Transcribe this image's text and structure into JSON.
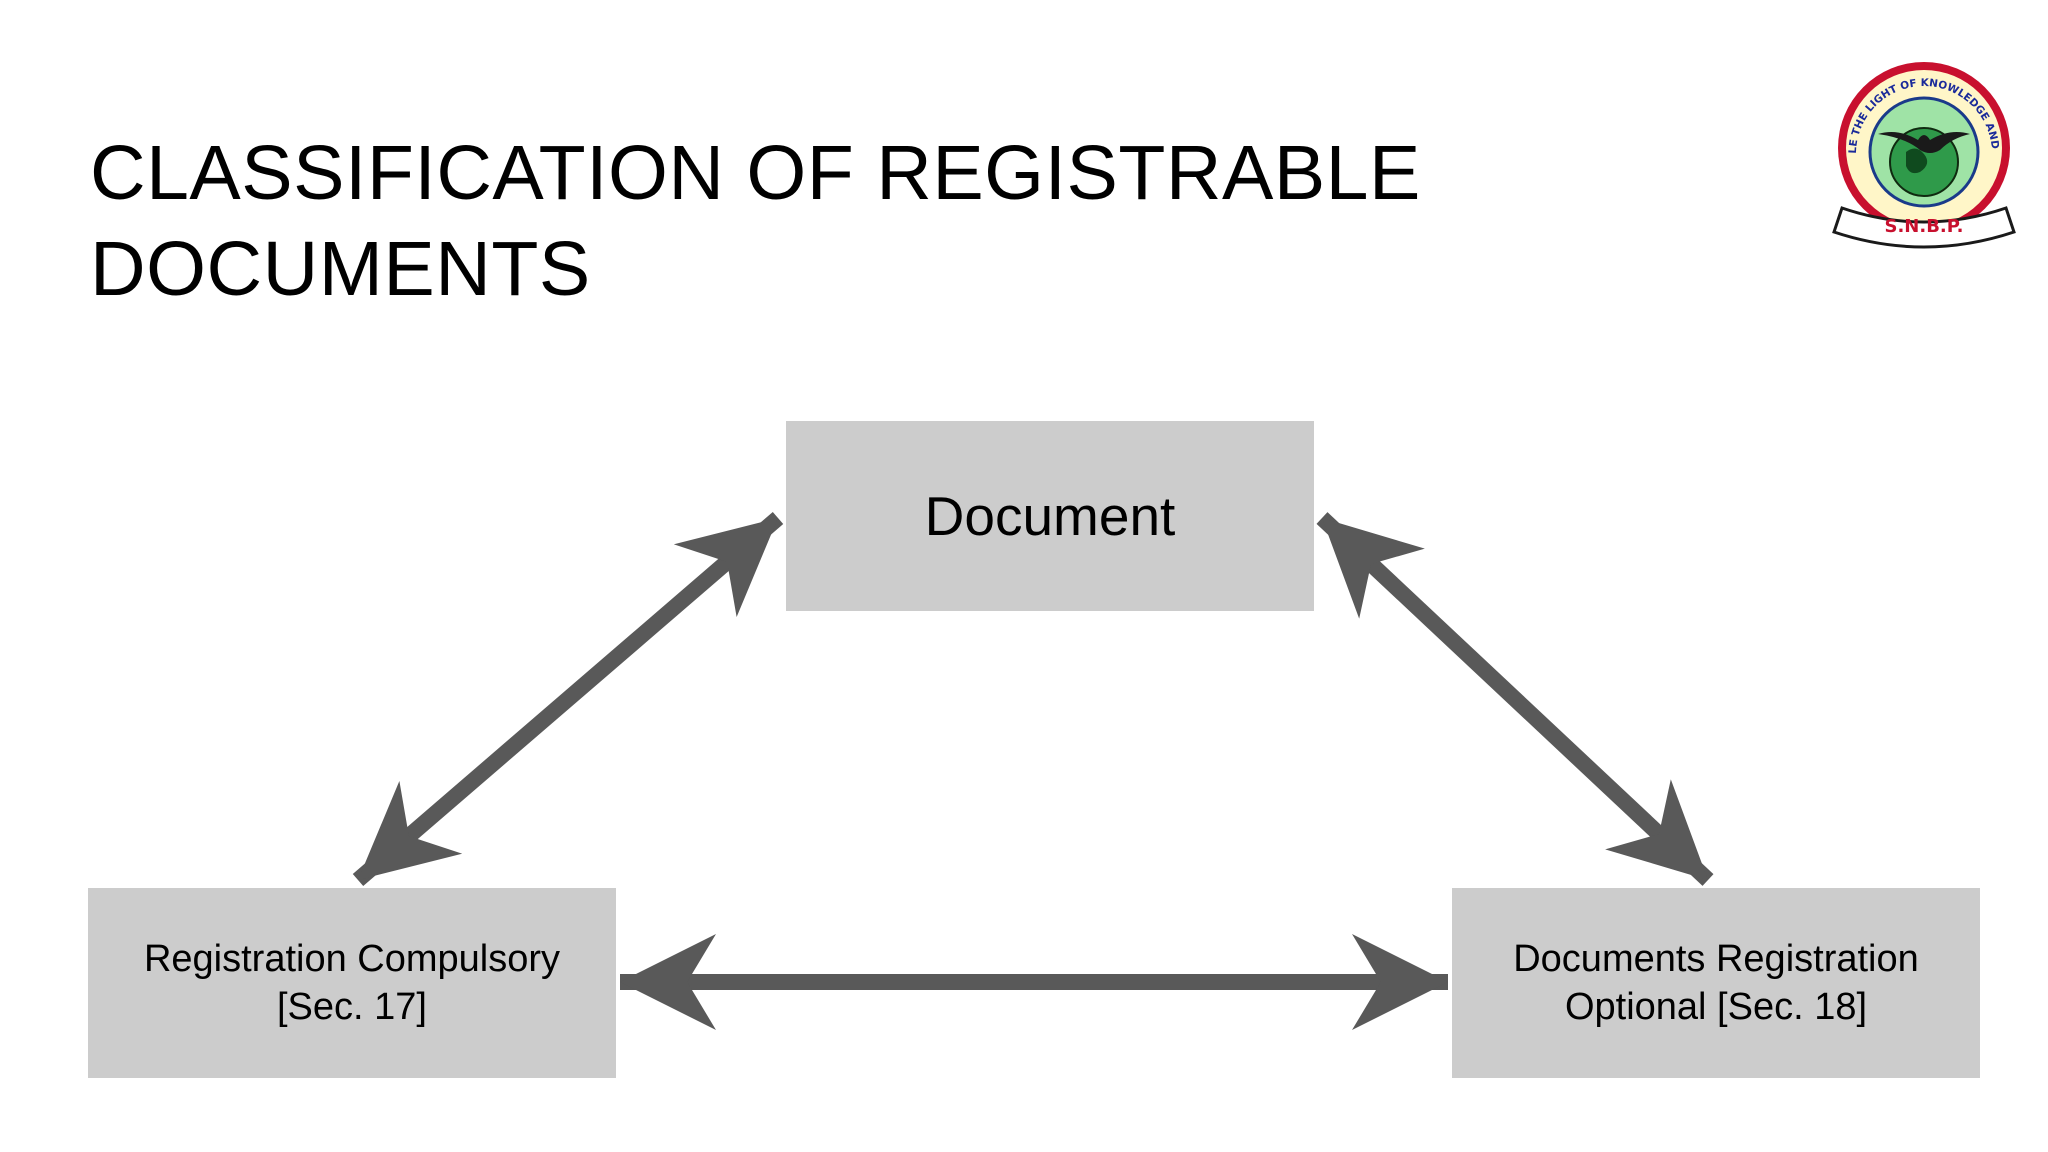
{
  "slide": {
    "title_line1": "CLASSIFICATION OF REGISTRABLE",
    "title_line2": "DOCUMENTS"
  },
  "diagram": {
    "nodes": {
      "top": {
        "label": "Document"
      },
      "left": {
        "line1": "Registration Compulsory",
        "line2": "[Sec. 17]"
      },
      "right": {
        "line1": "Documents Registration",
        "line2": "Optional [Sec. 18]"
      }
    },
    "colors": {
      "box_fill": "#cccccc",
      "arrow": "#595959"
    }
  },
  "logo": {
    "motto": "KINDLE THE LIGHT OF KNOWLEDGE AND LOVE",
    "name": "S.N.B.P."
  }
}
